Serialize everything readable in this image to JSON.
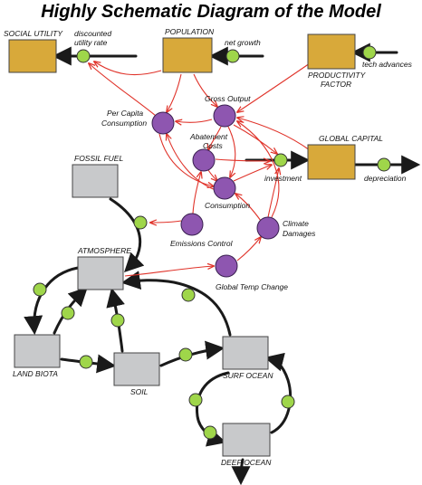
{
  "title": "Highly Schematic Diagram of the Model",
  "colors": {
    "economic_box": "#d8a93a",
    "carbon_box": "#c8c9cb",
    "valve": "#9fd64a",
    "variable": "#8e56b0",
    "influence_arrow": "#e0332a",
    "flow": "#1a1a1a"
  },
  "boxes": {
    "social_utility": "SOCIAL UTILITY",
    "population": "POPULATION",
    "productivity_factor_line1": "PRODUCTIVITY",
    "productivity_factor_line2": "FACTOR",
    "global_capital": "GLOBAL CAPITAL",
    "fossil_fuel": "FOSSIL FUEL",
    "atmosphere": "ATMOSPHERE",
    "land_biota": "LAND BIOTA",
    "soil": "SOIL",
    "surf_ocean": "SURF OCEAN",
    "deep_ocean": "DEEP OCEAN"
  },
  "flows": {
    "discounted_utility_rate_line1": "discounted",
    "discounted_utility_rate_line2": "utility rate",
    "net_growth": "net growth",
    "tech_advances": "tech advances",
    "investment": "investment",
    "depreciation": "depreciation"
  },
  "variables": {
    "gross_output": "Gross Output",
    "per_capita_consumption_line1": "Per Capita",
    "per_capita_consumption_line2": "Consumption",
    "abatement_costs_line1": "Abatement",
    "abatement_costs_line2": "Costs",
    "consumption": "Consumption",
    "emissions_control": "Emissions Control",
    "climate_damages_line1": "Climate",
    "climate_damages_line2": "Damages",
    "global_temp_change": "Global Temp Change"
  }
}
